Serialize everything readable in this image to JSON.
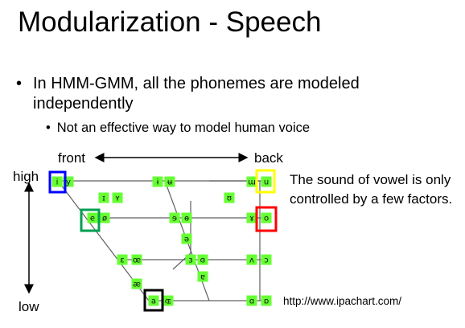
{
  "title": "Modularization - Speech",
  "bullets": {
    "level1_marker": "•",
    "level1": "In HMM-GMM, all the phonemes are modeled independently",
    "level2_marker": "•",
    "level2": "Not an effective way to model human voice"
  },
  "vowel_chart": {
    "labels": {
      "front": "front",
      "back": "back",
      "high": "high",
      "low": "low"
    },
    "cell_color": "#66ff33",
    "line_color": "#606060",
    "symbols": [
      {
        "id": "i",
        "text": "i"
      },
      {
        "id": "y",
        "text": "y"
      },
      {
        "id": "barred-i",
        "text": "ɨ"
      },
      {
        "id": "barred-u",
        "text": "ʉ"
      },
      {
        "id": "turned-m",
        "text": "ɯ"
      },
      {
        "id": "u",
        "text": "u"
      },
      {
        "id": "small-cap-i",
        "text": "ɪ"
      },
      {
        "id": "small-cap-y",
        "text": "ʏ"
      },
      {
        "id": "upsilon",
        "text": "ʊ"
      },
      {
        "id": "e",
        "text": "e"
      },
      {
        "id": "o-slash",
        "text": "ø"
      },
      {
        "id": "reversed-e",
        "text": "ɘ"
      },
      {
        "id": "barred-o",
        "text": "ɵ"
      },
      {
        "id": "rams-horn",
        "text": "ɤ"
      },
      {
        "id": "o",
        "text": "o"
      },
      {
        "id": "schwa",
        "text": "ə"
      },
      {
        "id": "open-e",
        "text": "ɛ"
      },
      {
        "id": "oe-ligature",
        "text": "œ"
      },
      {
        "id": "reversed-open-e",
        "text": "ɜ"
      },
      {
        "id": "closed-reversed-open-e",
        "text": "ɞ"
      },
      {
        "id": "turned-v",
        "text": "ʌ"
      },
      {
        "id": "open-o",
        "text": "ɔ"
      },
      {
        "id": "ash",
        "text": "æ"
      },
      {
        "id": "turned-a",
        "text": "ɐ"
      },
      {
        "id": "a",
        "text": "a"
      },
      {
        "id": "small-cap-oe",
        "text": "ɶ"
      },
      {
        "id": "script-a",
        "text": "ɑ"
      },
      {
        "id": "turned-script-a",
        "text": "ɒ"
      }
    ],
    "highlights": [
      {
        "id": "highlight-i",
        "color": "#0000ff"
      },
      {
        "id": "highlight-e",
        "color": "#00a050"
      },
      {
        "id": "highlight-a",
        "color": "#000000"
      },
      {
        "id": "highlight-u",
        "color": "#ffff00"
      },
      {
        "id": "highlight-o",
        "color": "#ff0000"
      }
    ]
  },
  "note": "The sound of vowel is only controlled by a few factors.",
  "source": "http://www.ipachart.com/"
}
